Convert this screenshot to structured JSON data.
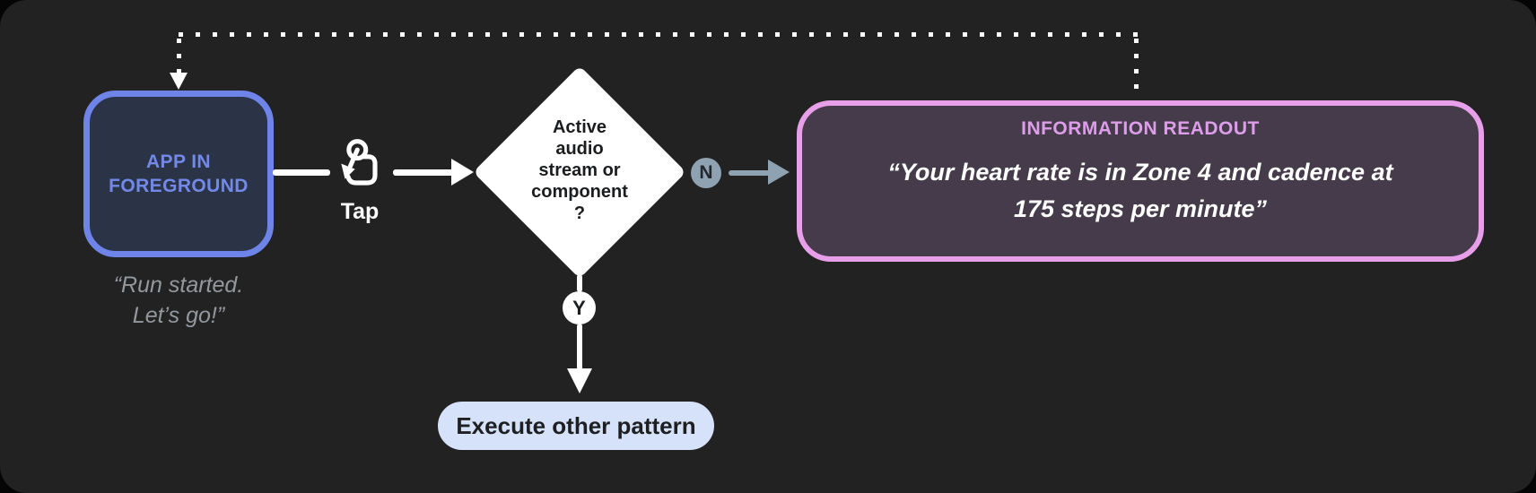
{
  "diagram": {
    "colors": {
      "panel_bg": "#222222",
      "app_border": "#6E84E8",
      "app_fill": "#2B3347",
      "app_text": "#7289E8",
      "caption_text": "#94989D",
      "branch_no": "#8EA2B2",
      "readout_border": "#E89FE9",
      "readout_fill": "#463B4B",
      "readout_title": "#DC9EE8",
      "pill_fill": "#D6E2FA",
      "connector": "#FFFFFF"
    },
    "app_node": {
      "label": "APP IN\nFOREGROUND",
      "caption": "“Run started.\nLet’s go!”"
    },
    "tap": {
      "label": "Tap",
      "icon": "tap-gesture-icon"
    },
    "decision_node": {
      "label": "Active\naudio\nstream or\ncomponent\n?"
    },
    "branch_no": {
      "badge": "N"
    },
    "branch_yes": {
      "badge": "Y"
    },
    "readout_node": {
      "title": "INFORMATION READOUT",
      "quote": "“Your heart rate is in Zone 4 and cadence at\n175 steps per minute”"
    },
    "yes_action_node": {
      "label": "Execute other pattern"
    }
  }
}
